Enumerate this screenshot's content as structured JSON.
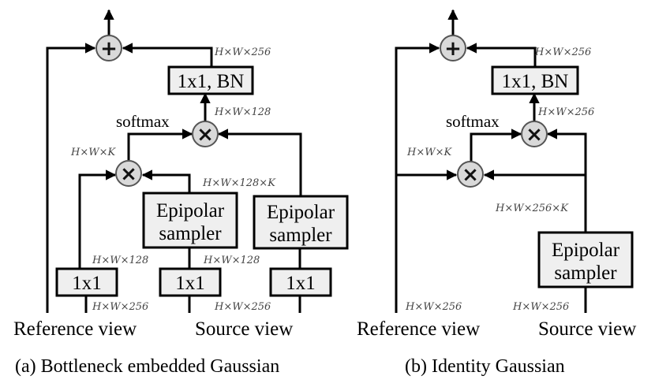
{
  "panel_a": {
    "caption": "(a) Bottleneck embedded Gaussian",
    "ref_label": "Reference view",
    "src_label": "Source view",
    "bn_box": "1x1, BN",
    "softmax": "softmax",
    "conv": "1x1",
    "sampler_line1": "Epipolar",
    "sampler_line2": "sampler",
    "dim_top": "H×W×256",
    "dim_mid": "H×W×128",
    "dim_k": "H×W×K",
    "dim_128k": "H×W×128×K",
    "dim_conv_out": "H×W×128",
    "dim_in": "H×W×256"
  },
  "panel_b": {
    "caption": "(b) Identity Gaussian",
    "ref_label": "Reference view",
    "src_label": "Source view",
    "bn_box": "1x1, BN",
    "softmax": "softmax",
    "sampler_line1": "Epipolar",
    "sampler_line2": "sampler",
    "dim_top": "H×W×256",
    "dim_mid": "H×W×256",
    "dim_k": "H×W×K",
    "dim_256k": "H×W×256×K",
    "dim_in": "H×W×256"
  },
  "ops": {
    "add": "+",
    "mul": "×"
  }
}
